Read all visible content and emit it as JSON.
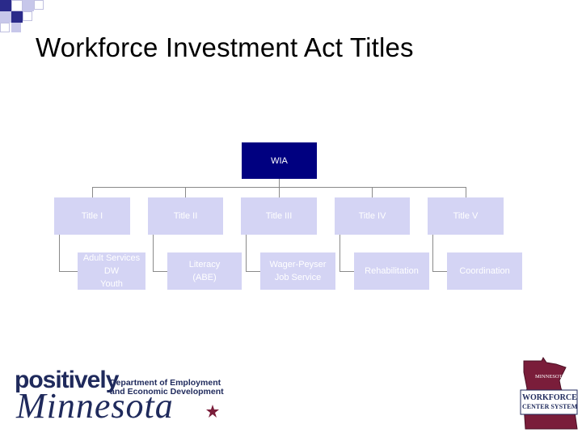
{
  "slide": {
    "title": "Workforce Investment Act Titles"
  },
  "org_chart": {
    "root": "WIA",
    "titles": [
      {
        "label": "Title I",
        "items": [
          "Adult Services",
          "DW",
          "Youth"
        ]
      },
      {
        "label": "Title II",
        "items": [
          "Literacy",
          "(ABE)"
        ]
      },
      {
        "label": "Title III",
        "items": [
          "Wager-Peyser",
          "Job Service"
        ]
      },
      {
        "label": "Title IV",
        "items": [
          "Rehabilitation"
        ]
      },
      {
        "label": "Title V",
        "items": [
          "Coordination"
        ]
      }
    ]
  },
  "footer": {
    "logo_left": {
      "word_top": "positively",
      "word_main": "Minnesota",
      "dept_line1": "Department of Employment",
      "dept_line2": "and Economic Development"
    },
    "logo_right": {
      "state": "MINNESOTA",
      "line1": "WORKFORCE",
      "line2": "CENTER SYSTEM"
    }
  },
  "colors": {
    "root_box": "#000080",
    "child_box": "#d4d4f4",
    "connector": "#8a8a8a",
    "logo_maroon": "#7a1d3a",
    "logo_navy": "#1f2a5c"
  }
}
